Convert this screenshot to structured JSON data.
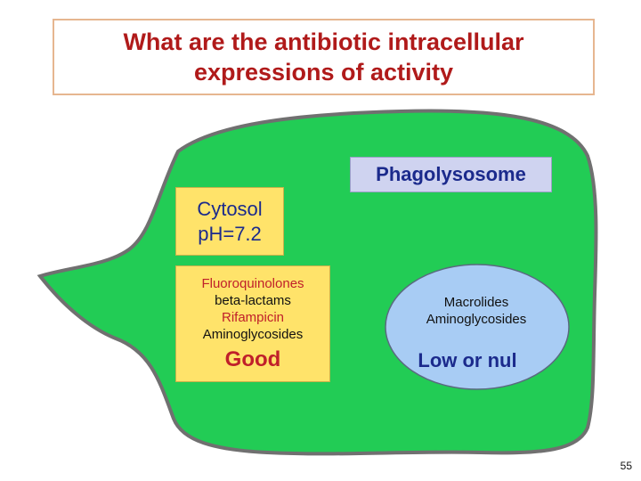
{
  "title": {
    "line1": "What are the antibiotic intracellular",
    "line2": "expressions of activity"
  },
  "cytosol": {
    "line1": "Cytosol",
    "line2": "pH=7.2"
  },
  "phagolysosome": {
    "label": "Phagolysosome"
  },
  "cytosol_drugs": {
    "items": [
      "Fluoroquinolones",
      "beta-lactams",
      "Rifampicin",
      "Aminoglycosides"
    ],
    "activity": "Good"
  },
  "phagolysosome_drugs": {
    "items": [
      "Macrolides",
      "Aminoglycosides"
    ],
    "activity": "Low or nul"
  },
  "page_number": "55",
  "colors": {
    "title_red": "#b01a1a",
    "cell_green": "#22cc55",
    "cell_border": "#707070",
    "vacuole_blue": "#a8ccf4",
    "label_yellow": "#ffe36a",
    "label_lavender": "#cfd3f0",
    "navy_text": "#1b2a8c",
    "red_text": "#c0202a"
  }
}
